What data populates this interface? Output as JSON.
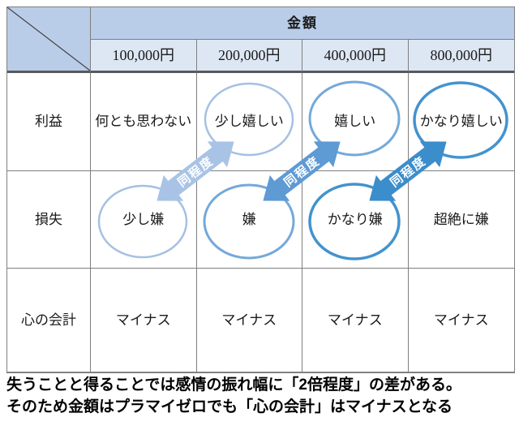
{
  "header": {
    "group_label": "金額",
    "columns": [
      "100,000円",
      "200,000円",
      "400,000円",
      "800,000円"
    ]
  },
  "rows": [
    {
      "label": "利益",
      "cells": [
        "何とも思わない",
        "少し嬉しい",
        "嬉しい",
        "かなり嬉しい"
      ]
    },
    {
      "label": "損失",
      "cells": [
        "少し嫌",
        "嫌",
        "かなり嫌",
        "超絶に嫌"
      ]
    },
    {
      "label": "心の会計",
      "cells": [
        "マイナス",
        "マイナス",
        "マイナス",
        "マイナス"
      ]
    }
  ],
  "arrows": [
    {
      "label": "同程度",
      "color": "#a8c3e6"
    },
    {
      "label": "同程度",
      "color": "#5e9ad4"
    },
    {
      "label": "同程度",
      "color": "#3c8dcb"
    }
  ],
  "ellipses": {
    "light": "#a6c0e2",
    "medium": "#74a9da",
    "dark": "#4293cf"
  },
  "caption": {
    "line1": "失うことと得ることでは感情の振れ幅に「2倍程度」の差がある。",
    "line2": "そのため金額はプラマイゼロでも「心の会計」はマイナスとなる"
  },
  "colors": {
    "header_fill": "#b9cde8",
    "subheader_fill": "#dde7f4",
    "grid_line": "#7f7f7f",
    "header_separator": "#595959",
    "diagonal_line": "#404040",
    "arrow_text": "#ffffff",
    "text": "#1a1a1a"
  }
}
